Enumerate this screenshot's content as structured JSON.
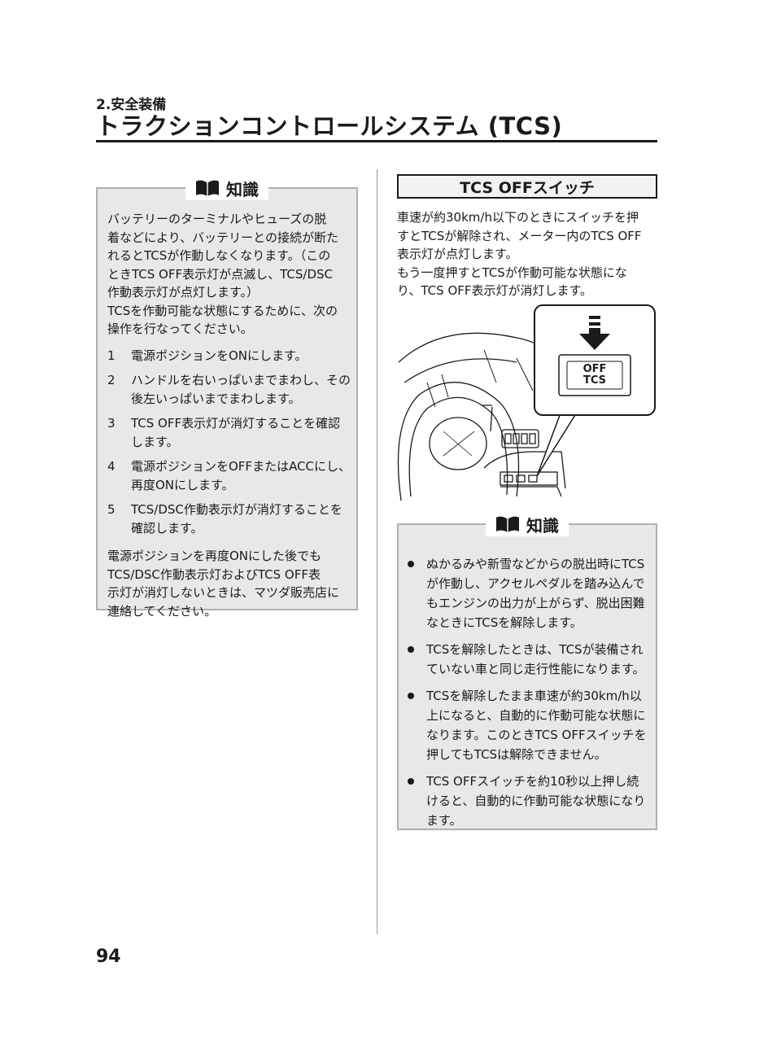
{
  "header": {
    "section": "2.安全装備",
    "title": "トラクションコントロールシステム (TCS)"
  },
  "note_left": {
    "heading": "知識",
    "intro": [
      "バッテリーのターミナルやヒューズの脱",
      "着などにより、バッテリーとの接続が断た",
      "れるとTCSが作動しなくなります。（この",
      "ときTCS OFF表示灯が点滅し、TCS/DSC",
      "作動表示灯が点灯します。）",
      "TCSを作動可能な状態にするために、次の",
      "操作を行なってください。"
    ],
    "steps": [
      {
        "num": "1",
        "text": "電源ポジションをONにします。"
      },
      {
        "num": "2",
        "text": "ハンドルを右いっぱいまでまわし、その後左いっぱいまでまわします。"
      },
      {
        "num": "3",
        "text": "TCS OFF表示灯が消灯することを確認します。"
      },
      {
        "num": "4",
        "text": "電源ポジションをOFFまたはACCにし、再度ONにします。"
      },
      {
        "num": "5",
        "text": "TCS/DSC作動表示灯が消灯することを確認します。"
      }
    ],
    "outro": [
      "電源ポジションを再度ONにした後でも",
      "TCS/DSC作動表示灯およびTCS OFF表",
      "示灯が消灯しないときは、マツダ販売店に",
      "連絡してください。"
    ]
  },
  "switch_section": {
    "heading": "TCS OFFスイッチ",
    "description": [
      "車速が約30km/h以下のときにスイッチを押",
      "すとTCSが解除され、メーター内のTCS OFF",
      "表示灯が点灯します。",
      "もう一度押すとTCSが作動可能な状態にな",
      "り、TCS OFF表示灯が消灯します。"
    ],
    "button_label_top": "OFF",
    "button_label_bottom": "TCS"
  },
  "note_right": {
    "heading": "知識",
    "bullets": [
      "ぬかるみや新雪などからの脱出時にTCSが作動し、アクセルペダルを踏み込んでもエンジンの出力が上がらず、脱出困難なときにTCSを解除します。",
      "TCSを解除したときは、TCSが装備されていない車と同じ走行性能になります。",
      "TCSを解除したまま車速が約30km/h以上になると、自動的に作動可能な状態になります。このときTCS OFFスイッチを押してもTCSは解除できません。",
      "TCS OFFスイッチを約10秒以上押し続けると、自動的に作動可能な状態になります。"
    ]
  },
  "footer": {
    "page_number": "94"
  }
}
